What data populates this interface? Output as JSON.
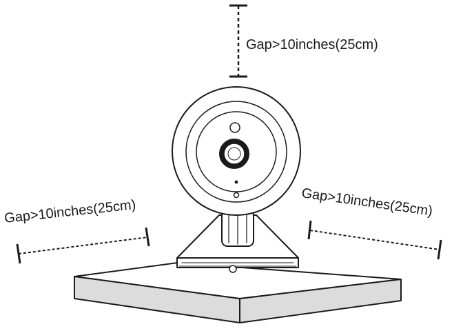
{
  "labels": {
    "top": "Gap>10inches(25cm)",
    "left": "Gap>10inches(25cm)",
    "right": "Gap>10inches(25cm)"
  },
  "colors": {
    "stroke": "#1a1a1a",
    "platform_side": "#dcdcdc",
    "platform_top": "#ffffff",
    "background": "#ffffff"
  }
}
